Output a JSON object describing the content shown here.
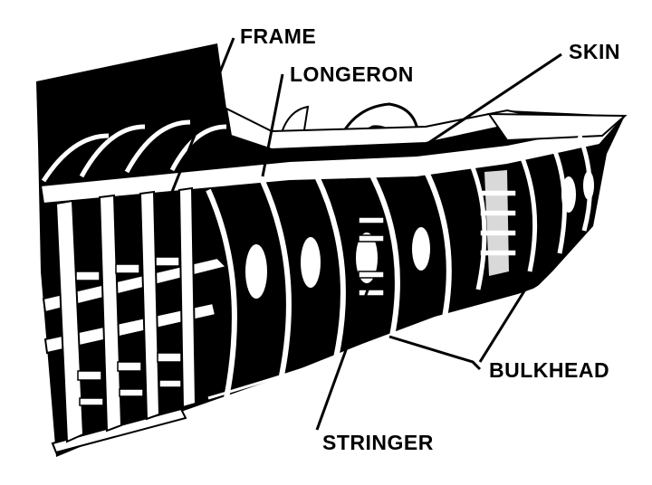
{
  "labels": {
    "frame": "FRAME",
    "longeron": "LONGERON",
    "skin": "SKIN",
    "bulkhead": "BULKHEAD",
    "stringer": "STRINGER"
  },
  "colors": {
    "ink": "#000000",
    "paper": "#ffffff"
  }
}
